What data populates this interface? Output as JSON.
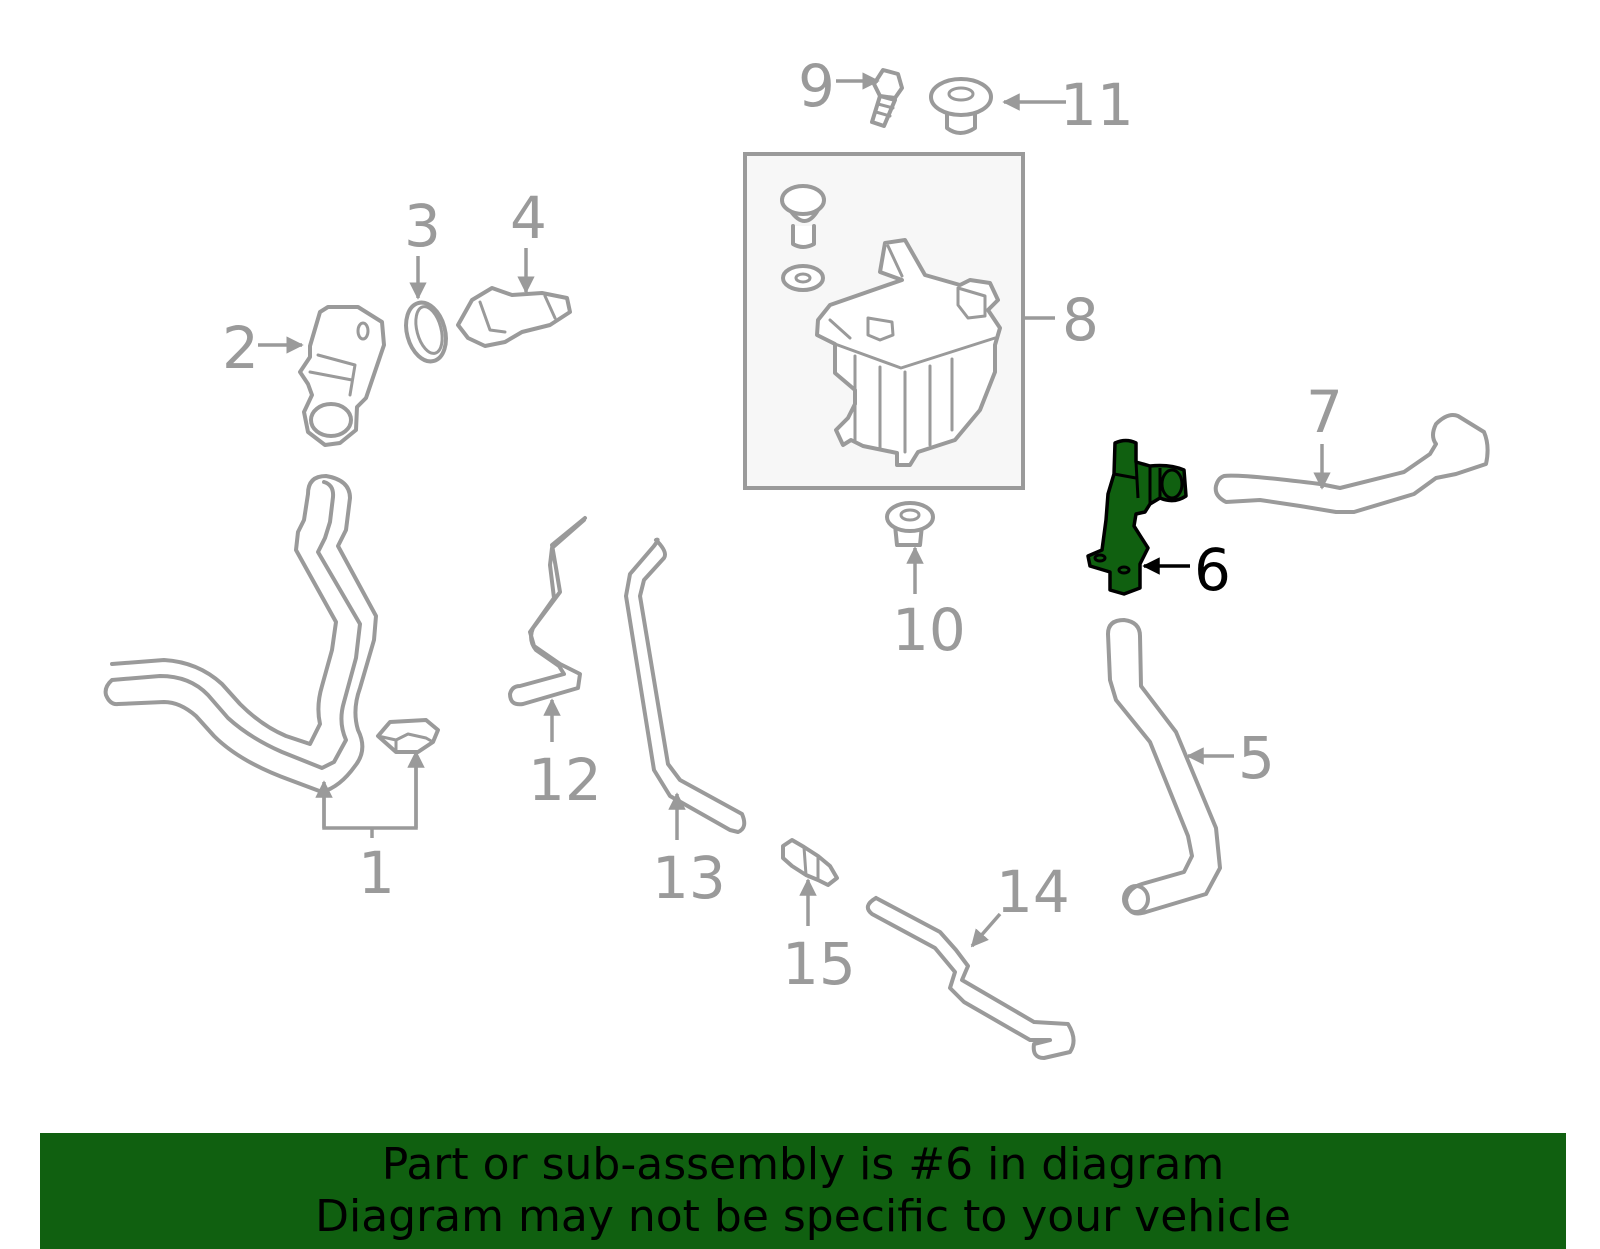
{
  "diagram": {
    "callouts": [
      {
        "id": "1",
        "label": "1"
      },
      {
        "id": "2",
        "label": "2"
      },
      {
        "id": "3",
        "label": "3"
      },
      {
        "id": "4",
        "label": "4"
      },
      {
        "id": "5",
        "label": "5"
      },
      {
        "id": "6",
        "label": "6"
      },
      {
        "id": "7",
        "label": "7"
      },
      {
        "id": "8",
        "label": "8"
      },
      {
        "id": "9",
        "label": "9"
      },
      {
        "id": "10",
        "label": "10"
      },
      {
        "id": "11",
        "label": "11"
      },
      {
        "id": "12",
        "label": "12"
      },
      {
        "id": "13",
        "label": "13"
      },
      {
        "id": "14",
        "label": "14"
      },
      {
        "id": "15",
        "label": "15"
      }
    ],
    "highlighted_part": "6"
  },
  "colors": {
    "highlight_fill": "#106010",
    "banner_background": "#106010",
    "line_gray": "#9a9a9a",
    "highlight_outline": "#000000"
  },
  "banner": {
    "line1": "Part or sub-assembly is #6 in diagram",
    "line2": "Diagram may not be specific to your vehicle"
  }
}
